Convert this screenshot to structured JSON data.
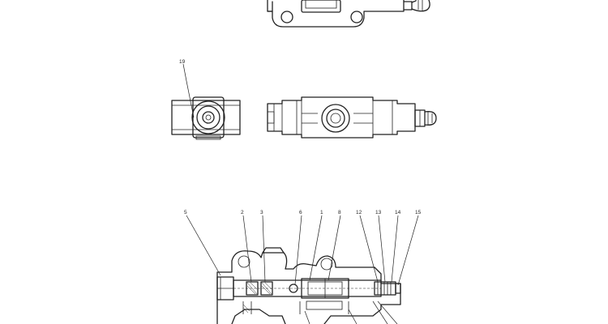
{
  "callouts": {
    "c19": "19",
    "c5": "5",
    "c2": "2",
    "c3": "3",
    "c6": "6",
    "c1": "1",
    "c8": "8",
    "c12": "12",
    "c13": "13",
    "c14": "14",
    "c15": "15"
  }
}
